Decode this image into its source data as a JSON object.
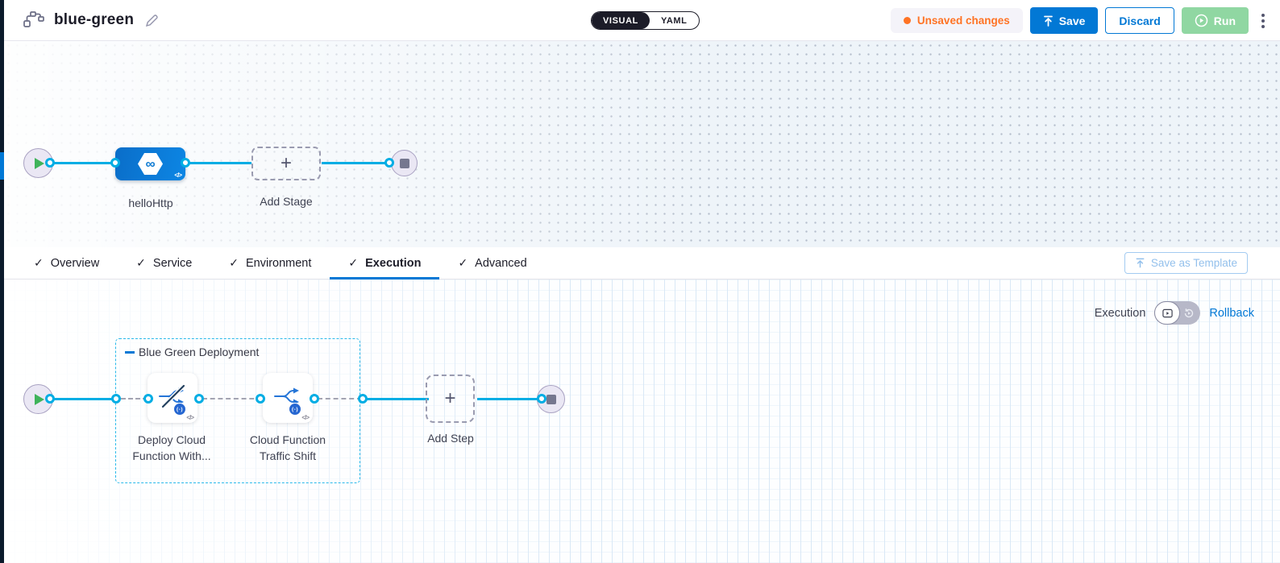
{
  "header": {
    "title": "blue-green",
    "view_toggle": {
      "visual": "VISUAL",
      "yaml": "YAML"
    },
    "unsaved_changes": "Unsaved changes",
    "save": "Save",
    "discard": "Discard",
    "run": "Run"
  },
  "stage_canvas": {
    "stage_label": "helloHttp",
    "add_stage": "Add Stage",
    "stage_icon_glyph": "∞",
    "code_glyph": "</>"
  },
  "tabs": {
    "check_glyph": "✓",
    "items": [
      {
        "label": "Overview"
      },
      {
        "label": "Service"
      },
      {
        "label": "Environment"
      },
      {
        "label": "Execution"
      },
      {
        "label": "Advanced"
      }
    ],
    "active": "Execution",
    "save_as_template": "Save as Template"
  },
  "execution_panel": {
    "mode_label": "Execution",
    "rollback": "Rollback",
    "group_title": "Blue Green Deployment",
    "steps": [
      {
        "line1": "Deploy Cloud",
        "line2": "Function With..."
      },
      {
        "line1": "Cloud Function",
        "line2": "Traffic Shift"
      }
    ],
    "add_step": "Add Step",
    "function_badge": "(-)",
    "code_glyph": "</>"
  },
  "canvas_controls": {
    "zoom_in": "+",
    "zoom_out": "−",
    "add_plus": "+"
  },
  "colors": {
    "accent_blue": "#0278d5",
    "connector_cyan": "#00ade4",
    "unsaved_orange": "#ff7324",
    "run_green": "#90d7a2",
    "stage_node_blue": "#0d86e4",
    "dark_toggle": "#1c1c28"
  }
}
